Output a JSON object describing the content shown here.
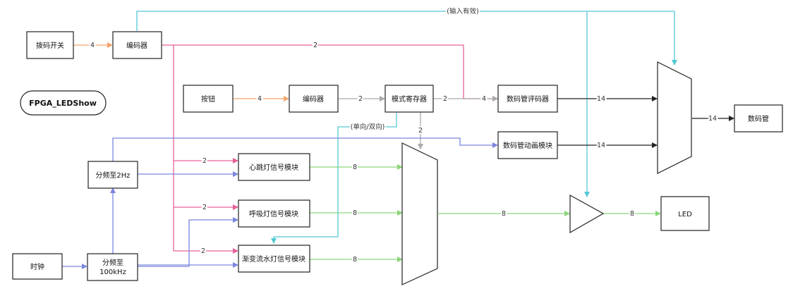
{
  "colors": {
    "orange": "#f4a46c",
    "pink": "#e8609a",
    "grey": "#aaaaaa",
    "cyan": "#55c8d4",
    "blue": "#7a86de",
    "green": "#8bd67a",
    "black": "#222222"
  },
  "blocks": {
    "dip_switch": "拨码开关",
    "encoder_top": "编码器",
    "title": "FPGA_LEDShow",
    "button": "按钮",
    "encoder_mid": "编码器",
    "mode_reg": "模式寄存器",
    "seg_eval": "数码管评码器",
    "seg_anim": "数码管动画模块",
    "seg_out": "数码管",
    "div_2hz": "分频至2Hz",
    "heartbeat": "心跳灯信号模块",
    "breath": "呼吸灯信号模块",
    "flow": "渐变流水灯信号模块",
    "clock": "时钟",
    "div_100k_1": "分频至",
    "div_100k_2": "100kHz",
    "led": "LED"
  },
  "edge_labels": {
    "valid": "(输入有效)",
    "dir": "(单向/双向)",
    "dip_to_enc": "4",
    "enc_top_to_eval": "2",
    "btn_to_enc": "4",
    "enc_to_mode": "2",
    "mode_to_eval": "2",
    "into_eval": "4",
    "eval_out": "14",
    "anim_out": "14",
    "mux_out": "14",
    "mode_down": "2",
    "to_heart": "2",
    "to_breath": "2",
    "to_flow": "2",
    "heart_out": "8",
    "breath_out": "8",
    "flow_out": "8",
    "mux_led": "8",
    "buf_out": "8"
  }
}
